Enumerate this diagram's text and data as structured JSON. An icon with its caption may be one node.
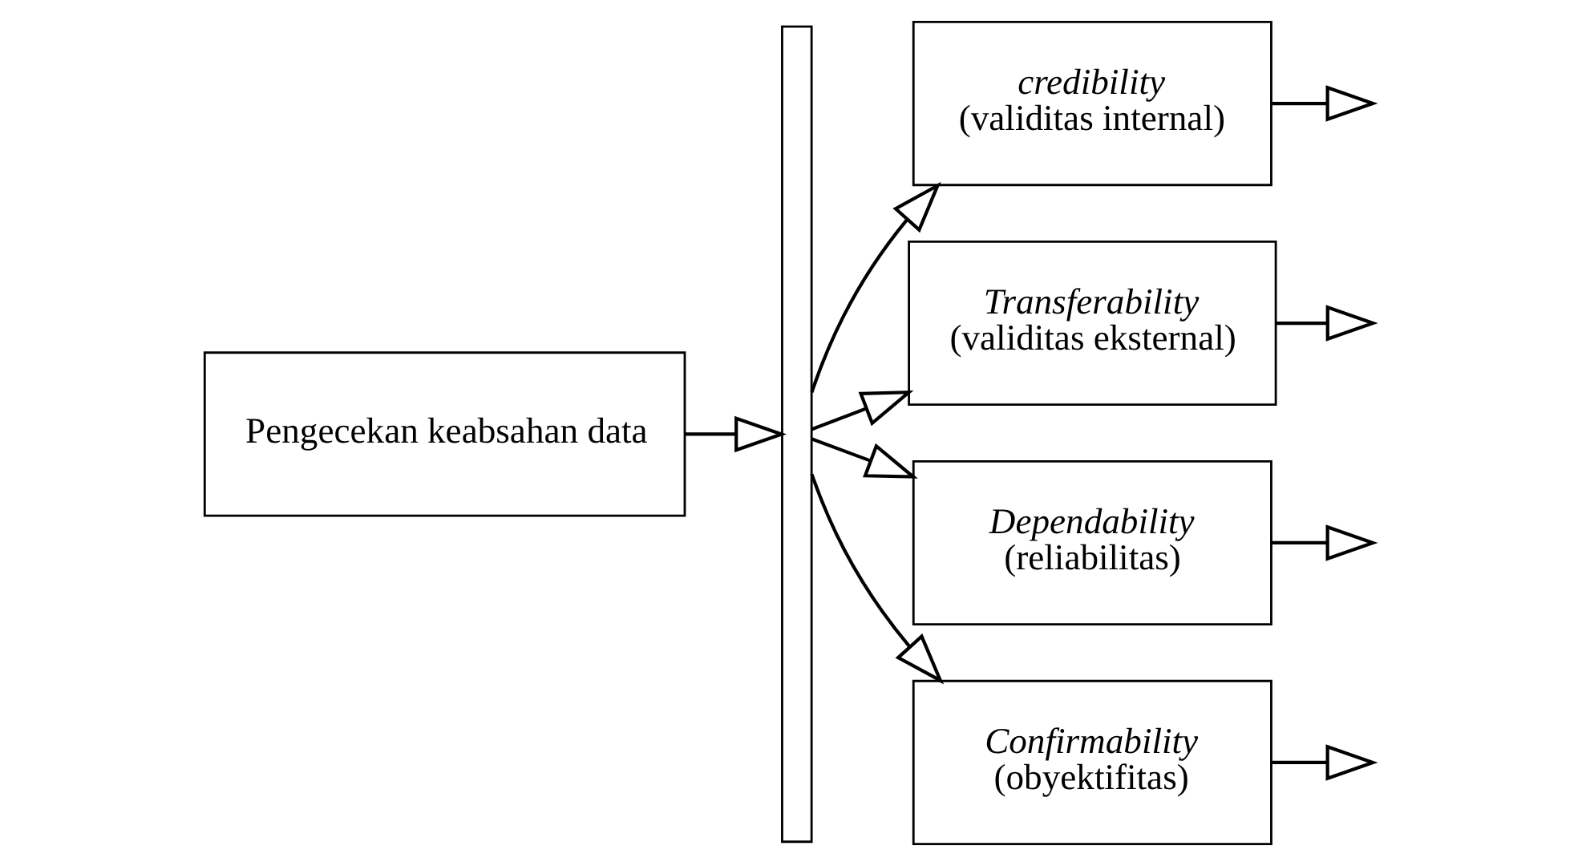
{
  "diagram": {
    "nodes": [
      {
        "text": [
          "Pengecekan keabsahan data"
        ]
      },
      {
        "text": [],
        "shape": "bar"
      },
      {
        "text": [
          "credibility",
          "(validitas internal)"
        ]
      },
      {
        "text": [
          "Transferability",
          "(validitas eksternal)"
        ]
      },
      {
        "text": [
          "Dependability",
          "(reliabilitas)"
        ]
      },
      {
        "text": [
          "Confirmability",
          "(obyektifitas)"
        ]
      }
    ],
    "edges": [
      {
        "from": 0,
        "to": 1,
        "arrow": "to"
      },
      {
        "from": 1,
        "to": 2,
        "arrow": "to"
      },
      {
        "from": 1,
        "to": 3,
        "arrow": "to"
      },
      {
        "from": 1,
        "to": 4,
        "arrow": "to"
      },
      {
        "from": 1,
        "to": 5,
        "arrow": "to"
      },
      {
        "from": 2,
        "to": null,
        "arrow": "to"
      },
      {
        "from": 3,
        "to": null,
        "arrow": "to"
      },
      {
        "from": 4,
        "to": null,
        "arrow": "to"
      },
      {
        "from": 5,
        "to": null,
        "arrow": "to"
      }
    ]
  }
}
